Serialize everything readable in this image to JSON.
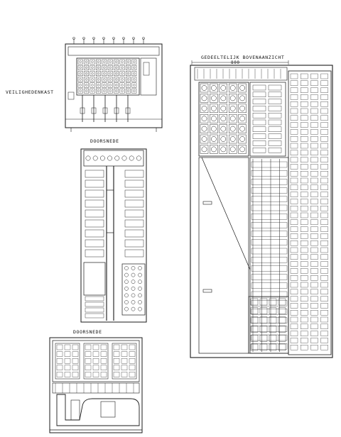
{
  "labels": {
    "safety_box": "VEILIGHEDENKAST",
    "top_view": "GEDEELTELIJK BOVENAANZICHT",
    "top_view_dimension": "800",
    "section_upper": "DOORSNEDE",
    "section_lower": "DOORSNEDE"
  },
  "colors": {
    "ink": "#1a1a1a",
    "paper": "#ffffff"
  }
}
